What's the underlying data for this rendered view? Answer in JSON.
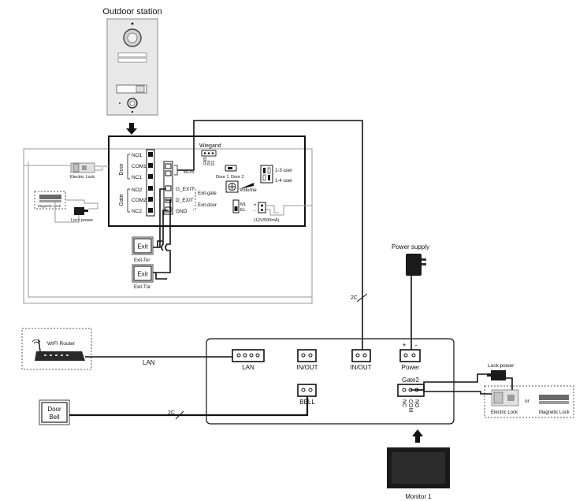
{
  "colors": {
    "line": "#111111",
    "grey_wire": "#999999",
    "panel": "#e6e6e6",
    "monitor": "#1a1a1a"
  },
  "outdoor_station": {
    "title": "Outdoor station"
  },
  "board": {
    "door_group": "Door",
    "gate_group": "Gate",
    "door_terminals": [
      "NO1",
      "COM1",
      "NC1"
    ],
    "gate_terminals": [
      "NO2",
      "COM2",
      "NC2"
    ],
    "bus": "BUS",
    "g_exit": "G_EXIT",
    "d_exit": "D_EXIT",
    "gnd": "GND",
    "exit_gate": "Exit-gate",
    "exit_door": "Exit-door",
    "wiegand": "Wiegand",
    "wiegand_pins": [
      "GND",
      "D0",
      "D1"
    ],
    "door1": "Door 1",
    "door2": "Door 2",
    "volume": "Volume",
    "user13": "1-3 user",
    "user14": "1-4 user",
    "ml": "ML",
    "el": "EL",
    "power_rating": "(12V/500mA)"
  },
  "left_devices": {
    "electric_lock": "Electric Lock",
    "magnetic_lock": "Magnetic Lock",
    "lock_power": "Lock power"
  },
  "exit_buttons": [
    {
      "label": "Exit",
      "caption": "Exit-Tor"
    },
    {
      "label": "Exit",
      "caption": "Exit-Tür"
    }
  ],
  "wifi_router": "WIFI Router",
  "lan_wire": "LAN",
  "door_bell": [
    "Door",
    "Bell"
  ],
  "wire_2c": "2C",
  "power_supply": "Power supply",
  "monitor": {
    "ports": {
      "lan": "LAN",
      "inout1": "IN/OUT",
      "inout2": "IN/OUT",
      "power": "Power",
      "bell": "BELL",
      "gate2": "Gate2"
    },
    "power_signs": [
      "+",
      "-"
    ],
    "gate2_pins": [
      "NC",
      "COM",
      "NO"
    ],
    "name": "Monitor 1"
  },
  "right_devices": {
    "lock_power": "Lock power",
    "electric_lock": "Electric Lock",
    "or": "or",
    "magnetic_lock": "Magnetic Lock"
  }
}
